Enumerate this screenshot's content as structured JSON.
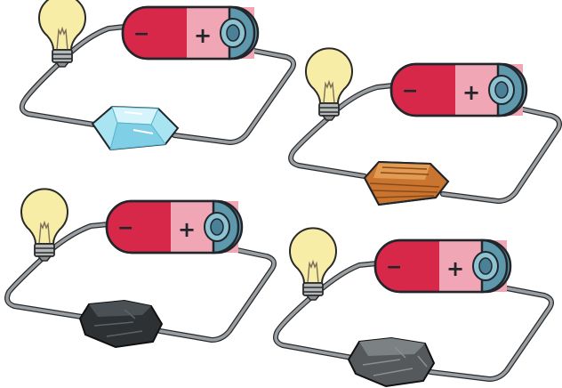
{
  "circuits": [
    {
      "id": "top-left",
      "material": "glass",
      "minus_label": "−",
      "plus_label": "+",
      "colors": {
        "battery_body": "#d8284a",
        "battery_cap": "#f0a6b4",
        "terminal": "#5d98ad",
        "wire": "#9a9fa3"
      }
    },
    {
      "id": "top-right",
      "material": "wood",
      "minus_label": "−",
      "plus_label": "+",
      "colors": {
        "battery_body": "#d8284a",
        "battery_cap": "#f0a6b4",
        "terminal": "#5d98ad",
        "wire": "#9a9fa3"
      }
    },
    {
      "id": "bottom-left",
      "material": "coal",
      "minus_label": "−",
      "plus_label": "+",
      "colors": {
        "battery_body": "#d8284a",
        "battery_cap": "#f0a6b4",
        "terminal": "#5d98ad",
        "wire": "#9a9fa3"
      }
    },
    {
      "id": "bottom-right",
      "material": "graphite-rock",
      "minus_label": "−",
      "plus_label": "+",
      "colors": {
        "battery_body": "#d8284a",
        "battery_cap": "#f0a6b4",
        "terminal": "#5d98ad",
        "wire": "#9a9fa3"
      }
    }
  ],
  "icons": [
    "light-bulb-icon",
    "battery-icon",
    "glass-block-icon",
    "wood-block-icon",
    "coal-lump-icon",
    "graphite-rock-icon"
  ]
}
